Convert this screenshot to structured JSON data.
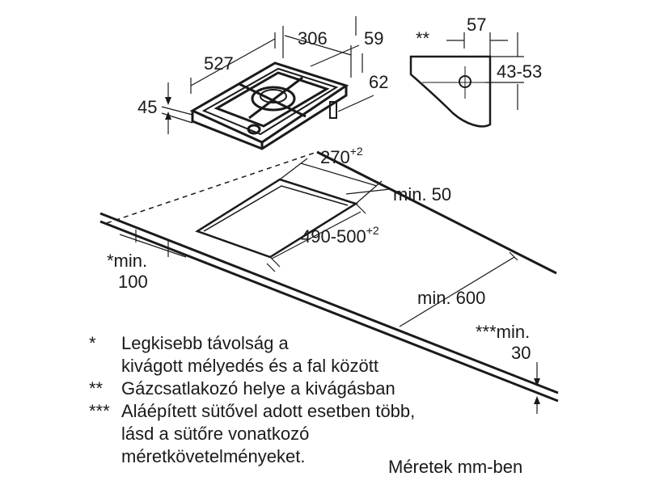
{
  "hob_dims": {
    "width": "306",
    "depth": "527",
    "height": "45",
    "gas_offset": "59",
    "gas_depth": "62"
  },
  "detail": {
    "marker": "**",
    "top": "57",
    "range": "43-53"
  },
  "cutout": {
    "width": "270",
    "width_tol": "+2",
    "depth": "490-500",
    "depth_tol": "+2",
    "min_back": "min. 50",
    "min_side_prefix": "*min.",
    "min_side_value": "100",
    "min_front": "min. 600",
    "min_oven_prefix": "***min.",
    "min_oven_value": "30"
  },
  "legend": [
    {
      "mark": "*",
      "lines": [
        "Legkisebb távolság a",
        "kivágott mélyedés és a fal között"
      ]
    },
    {
      "mark": "**",
      "lines": [
        "Gázcsatlakozó helye a kivágásban"
      ]
    },
    {
      "mark": "***",
      "lines": [
        "Aláépített sütővel adott esetben több,",
        "lásd a sütőre vonatkozó",
        "méretkövetelményeket."
      ]
    }
  ],
  "units_note": "Méretek mm-ben"
}
